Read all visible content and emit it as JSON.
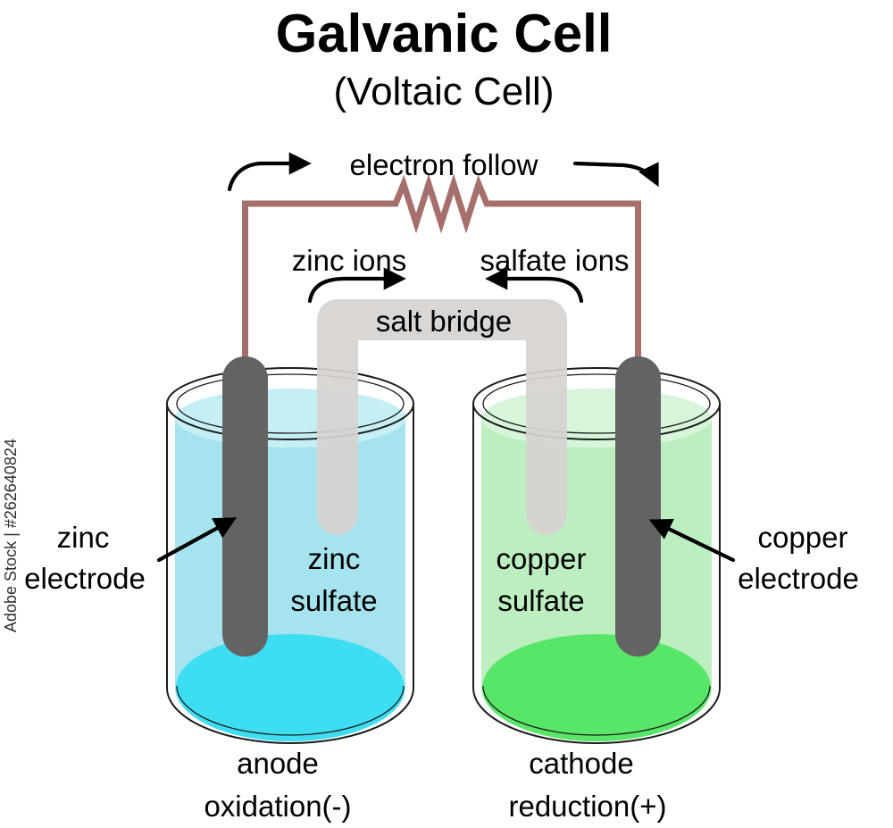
{
  "title": "Galvanic Cell",
  "subtitle": "(Voltaic Cell)",
  "circuit": {
    "electron_flow_label": "electron follow"
  },
  "salt_bridge": {
    "label": "salt bridge",
    "zinc_ions_label": "zinc ions",
    "sulfate_ions_label": "salfate ions"
  },
  "left_cell": {
    "electrode_label_line1": "zinc",
    "electrode_label_line2": "electrode",
    "solution_label_line1": "zinc",
    "solution_label_line2": "sulfate",
    "caption_line1": "anode",
    "caption_line2": "oxidation(-)"
  },
  "right_cell": {
    "electrode_label_line1": "copper",
    "electrode_label_line2": "electrode",
    "solution_label_line1": "copper",
    "solution_label_line2": "sulfate",
    "caption_line1": "cathode",
    "caption_line2": "reduction(+)"
  },
  "watermark": "Adobe Stock | #262640824",
  "colors": {
    "wire": "#a5706c",
    "bridge": "#d6d3d0",
    "electrode": "#636363",
    "zinc_solution": "#a5e4ee",
    "zinc_solution_surface": "#c6eff5",
    "zinc_solution_bottom": "#3edef2",
    "copper_solution": "#bdeec0",
    "copper_solution_surface": "#d7f5d9",
    "copper_solution_bottom": "#58e669",
    "text": "#000000"
  }
}
